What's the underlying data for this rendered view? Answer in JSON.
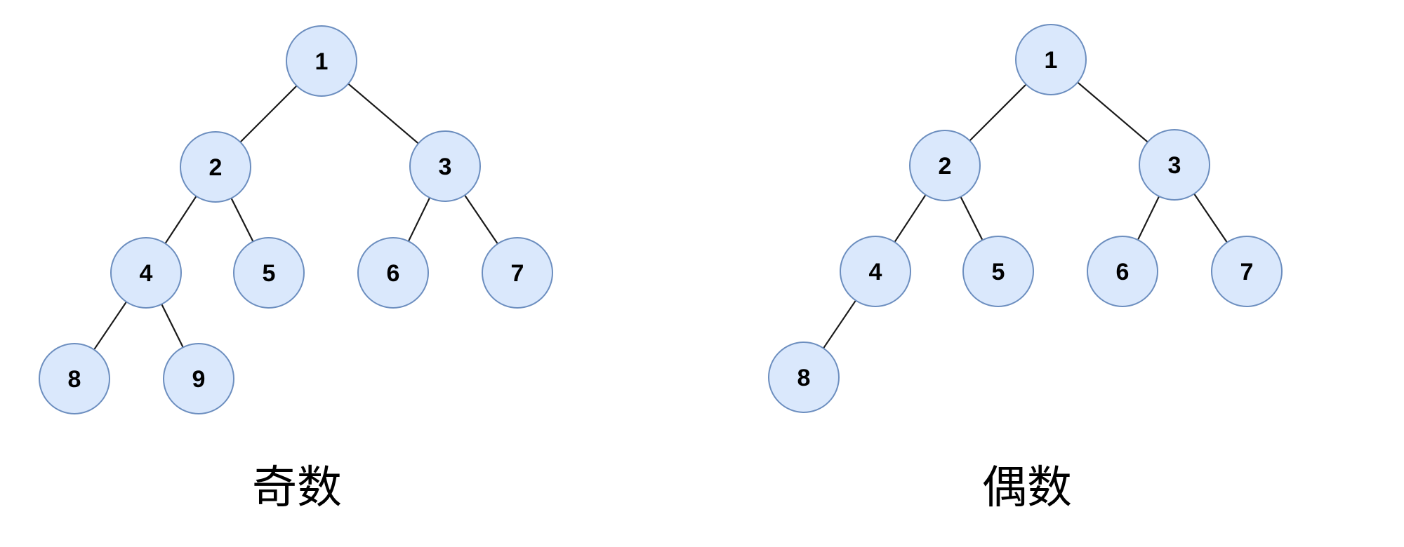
{
  "trees": [
    {
      "id": "odd",
      "caption": "奇数",
      "nodes": [
        {
          "label": "1"
        },
        {
          "label": "2"
        },
        {
          "label": "3"
        },
        {
          "label": "4"
        },
        {
          "label": "5"
        },
        {
          "label": "6"
        },
        {
          "label": "7"
        },
        {
          "label": "8"
        },
        {
          "label": "9"
        }
      ],
      "edges": [
        [
          "1",
          "2"
        ],
        [
          "1",
          "3"
        ],
        [
          "2",
          "4"
        ],
        [
          "2",
          "5"
        ],
        [
          "3",
          "6"
        ],
        [
          "3",
          "7"
        ],
        [
          "4",
          "8"
        ],
        [
          "4",
          "9"
        ]
      ]
    },
    {
      "id": "even",
      "caption": "偶数",
      "nodes": [
        {
          "label": "1"
        },
        {
          "label": "2"
        },
        {
          "label": "3"
        },
        {
          "label": "4"
        },
        {
          "label": "5"
        },
        {
          "label": "6"
        },
        {
          "label": "7"
        },
        {
          "label": "8"
        }
      ],
      "edges": [
        [
          "1",
          "2"
        ],
        [
          "1",
          "3"
        ],
        [
          "2",
          "4"
        ],
        [
          "2",
          "5"
        ],
        [
          "3",
          "6"
        ],
        [
          "3",
          "7"
        ],
        [
          "4",
          "8"
        ]
      ]
    }
  ],
  "colors": {
    "node_fill": "#dae8fc",
    "node_stroke": "#6c8ebf",
    "edge": "#1a1a1a",
    "text": "#000000"
  }
}
